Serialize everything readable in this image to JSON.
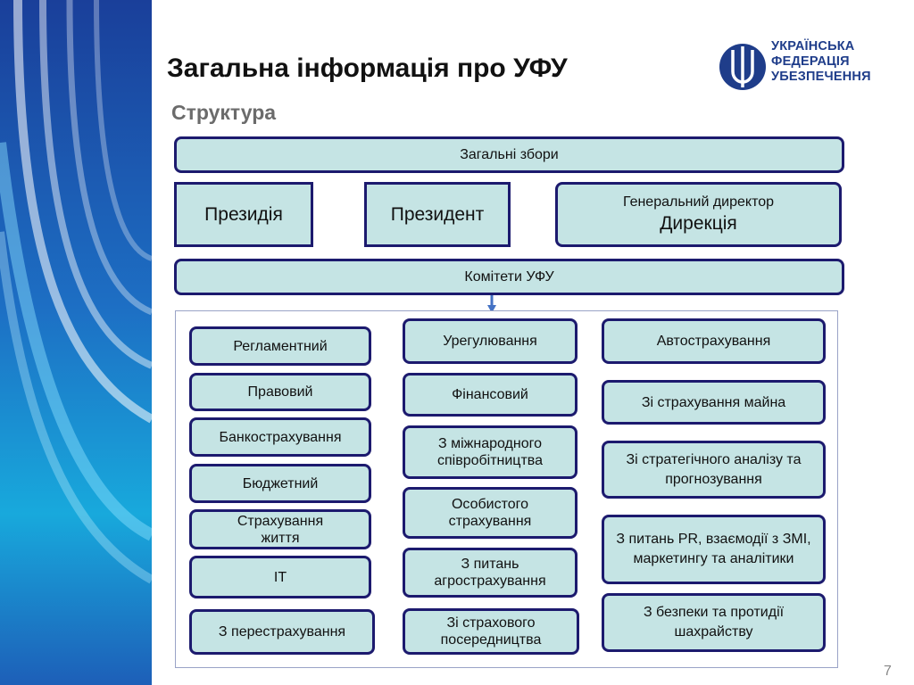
{
  "slide": {
    "title": "Загальна інформація про УФУ",
    "subtitle": "Структура",
    "page_number": "7"
  },
  "logo": {
    "line1": "УКРАЇНСЬКА",
    "line2": "ФЕДЕРАЦІЯ",
    "line3": "УБЕЗПЕЧЕННЯ"
  },
  "org": {
    "general_meeting": "Загальні збори",
    "presidium": "Президія",
    "president": "Президент",
    "gen_director": "Генеральний директор",
    "directorate": "Дирекція",
    "committees": "Комітети  УФУ"
  },
  "committees": {
    "col1": [
      "Регламентний",
      "Правовий",
      "Банкострахування",
      "Бюджетний",
      "Страхування життя",
      "ІТ",
      "З перестрахування"
    ],
    "col2": [
      "Урегулювання",
      "Фінансовий",
      "З міжнародного співробітництва",
      "Особистого страхування",
      "З питань агрострахування",
      "Зі страхового посередництва"
    ],
    "col3": [
      "Автострахування",
      "Зі страхування майна",
      "Зі стратегічного аналізу та прогнозування",
      "З питань PR, взаємодії з ЗМІ, маркетингу та аналітики",
      "З безпеки та протидії шахрайству"
    ]
  },
  "colors": {
    "box_fill": "#c5e4e4",
    "box_border": "#1c1a6e",
    "arrow": "#4472c4",
    "logo_blue": "#1f3d8a"
  }
}
